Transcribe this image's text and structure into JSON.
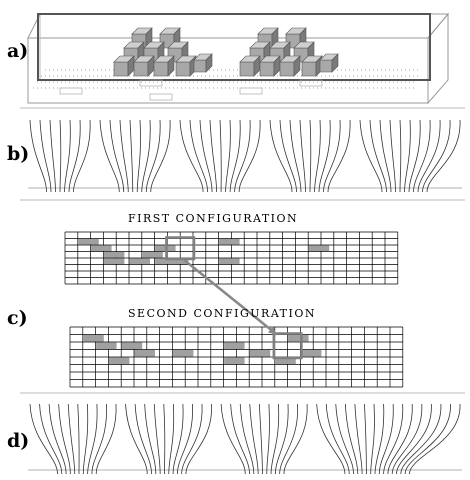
{
  "panels": {
    "a": {
      "label": "a)"
    },
    "b": {
      "label": "b)"
    },
    "c": {
      "label": "c)",
      "first_title": "FIRST CONFIGURATION",
      "second_title": "SECOND CONFIGURATION"
    },
    "d": {
      "label": "d)"
    }
  },
  "colors": {
    "block_face": "#a8a8a8",
    "block_top": "#cfcfcf",
    "block_side": "#7a7a7a",
    "cell_fill": "#a0a0a0",
    "highlight": "#808080",
    "lines": "#333333"
  },
  "grid": {
    "cols": 26,
    "rows": 8,
    "first_filled": [
      [
        1,
        1
      ],
      [
        2,
        2
      ],
      [
        7,
        2
      ],
      [
        3,
        4
      ],
      [
        5,
        4
      ],
      [
        6,
        3
      ],
      [
        8,
        4
      ],
      [
        12,
        1
      ],
      [
        19,
        2
      ],
      [
        12,
        4
      ],
      [
        3,
        3
      ],
      [
        7,
        4
      ]
    ],
    "second_filled": [
      [
        1,
        1
      ],
      [
        2,
        2
      ],
      [
        5,
        3
      ],
      [
        8,
        3
      ],
      [
        3,
        4
      ],
      [
        4,
        2
      ],
      [
        12,
        2
      ],
      [
        12,
        4
      ],
      [
        14,
        3
      ],
      [
        18,
        3
      ],
      [
        17,
        1
      ],
      [
        16,
        4
      ]
    ],
    "first_highlight": {
      "col": 8,
      "row": 1,
      "w": 2,
      "h": 3
    },
    "second_highlight": {
      "col": 16,
      "row": 1,
      "w": 2,
      "h": 3
    }
  }
}
